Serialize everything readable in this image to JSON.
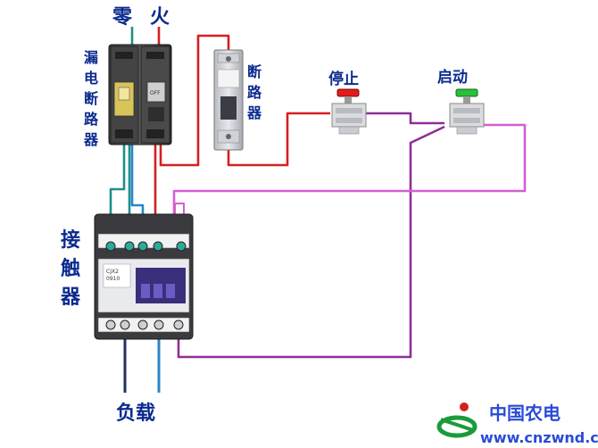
{
  "labels": {
    "neutral": "零",
    "live": "火",
    "leakage_breaker": [
      "漏",
      "电",
      "断",
      "路",
      "器"
    ],
    "breaker": [
      "断",
      "路",
      "器"
    ],
    "stop": "停止",
    "start": "启动",
    "contactor": [
      "接",
      "触",
      "器"
    ],
    "load": "负载"
  },
  "device_text": {
    "rcd_off": "OFF",
    "contactor_model_1": "CJX2",
    "contactor_model_2": "0910"
  },
  "watermark": {
    "cn": "中国农电",
    "url": "www.cnzwnd.com"
  },
  "colors": {
    "label": "#0b2a8f",
    "wire_red": "#d42020",
    "wire_teal": "#1f8f8a",
    "wire_blue": "#2a86c8",
    "wire_purple": "#8e2f96",
    "wire_magenta": "#d35fd3",
    "wire_navy": "#22305e",
    "stop_button": "#e31b1b",
    "start_button": "#2bbf3a"
  }
}
